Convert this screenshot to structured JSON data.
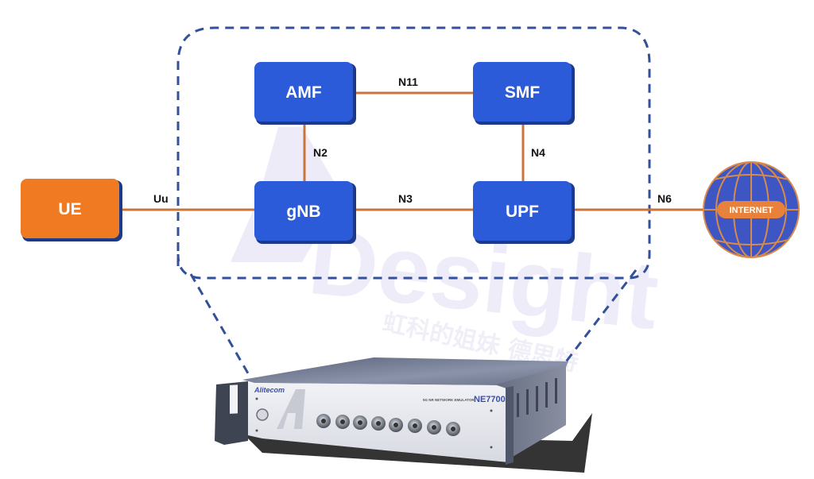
{
  "diagram": {
    "title": "5G network architecture emulated by NE7700",
    "colors": {
      "network_function": "#2b5bd8",
      "network_function_border": "#1d3a8a",
      "ue": "#ef7a22",
      "link": "#c8743a",
      "dashed_outline": "#33509a",
      "globe": "#3d56c4",
      "globe_lines": "#d98a4a",
      "internet_badge": "#e8823a"
    },
    "nodes": {
      "ue": "UE",
      "amf": "AMF",
      "smf": "SMF",
      "gnb": "gNB",
      "upf": "UPF",
      "internet": "INTERNET"
    },
    "interfaces": {
      "uu": "Uu",
      "n2": "N2",
      "n3": "N3",
      "n4": "N4",
      "n6": "N6",
      "n11": "N11"
    },
    "links": [
      {
        "from": "UE",
        "to": "gNB",
        "label": "Uu"
      },
      {
        "from": "AMF",
        "to": "gNB",
        "label": "N2"
      },
      {
        "from": "gNB",
        "to": "UPF",
        "label": "N3"
      },
      {
        "from": "SMF",
        "to": "UPF",
        "label": "N4"
      },
      {
        "from": "UPF",
        "to": "INTERNET",
        "label": "N6"
      },
      {
        "from": "AMF",
        "to": "SMF",
        "label": "N11"
      }
    ],
    "device": {
      "brand": "Alitecom",
      "product_line": "5G NR NETWORK EMULATOR",
      "model": "NE7700"
    },
    "watermark": {
      "text": "Desight",
      "text_cn": "虹科的姐妹 德思特"
    }
  }
}
